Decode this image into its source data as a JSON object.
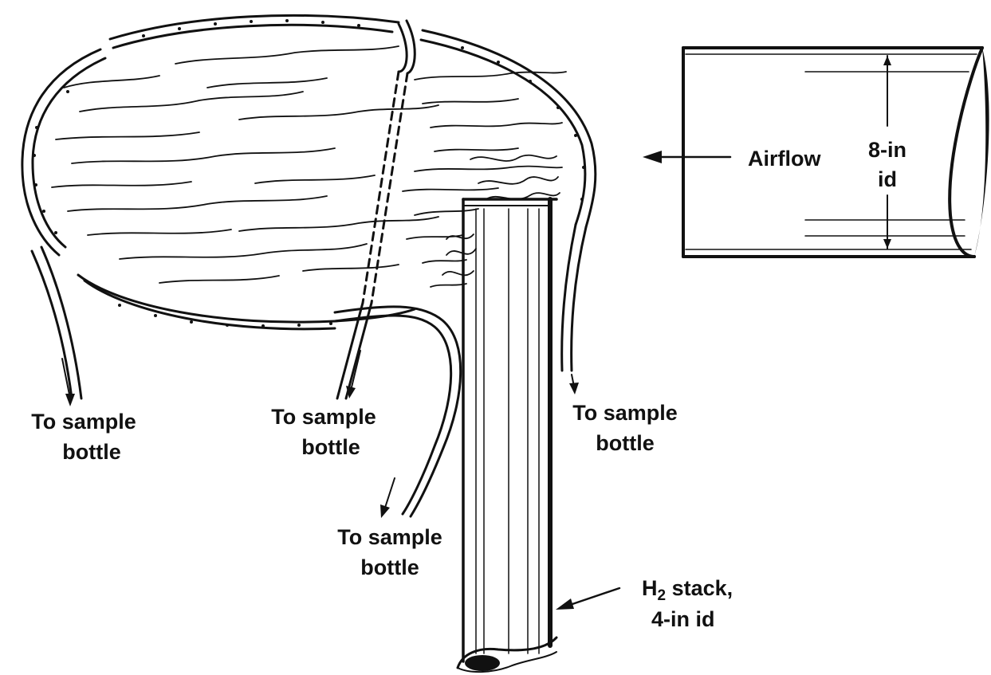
{
  "labels": {
    "airflow": "Airflow",
    "duct_id_line1": "8-in",
    "duct_id_line2": "id",
    "stack_h": "H",
    "stack_sub": "2",
    "stack_rest": " stack,",
    "stack_id": "4-in id",
    "sample_line1": "To sample",
    "sample_line2": "bottle"
  },
  "colors": {
    "ink": "#111111",
    "paper": "#ffffff"
  }
}
